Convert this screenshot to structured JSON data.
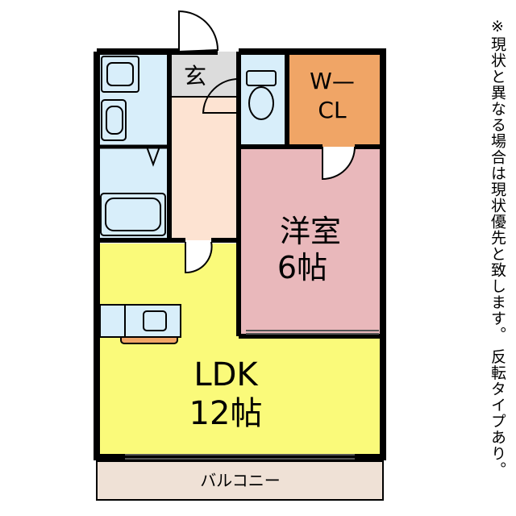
{
  "rooms": {
    "entrance": "玄",
    "walk_in_closet": [
      "W—",
      "CL"
    ],
    "western_room": [
      "洋室",
      "6帖"
    ],
    "ldk": [
      "LDK",
      "12帖"
    ],
    "balcony": "バルコニー"
  },
  "note": "※現状と異なる場合は現状優先と致します。 反転タイプあり。",
  "colors": {
    "ldk_floor": "#fafa7a",
    "western_room_floor": "#e9b8bb",
    "closet_floor": "#f0a566",
    "wet_area_floor": "#d8eefa",
    "hall_floor": "#fde3d2",
    "entrance_floor": "#dcdcdc",
    "balcony_floor": "#efe1d6",
    "wall": "#000000"
  },
  "icons": [
    "kitchen-sink-icon",
    "toilet-icon",
    "bathtub-icon",
    "washbasin-icon",
    "door-swing-icon"
  ]
}
